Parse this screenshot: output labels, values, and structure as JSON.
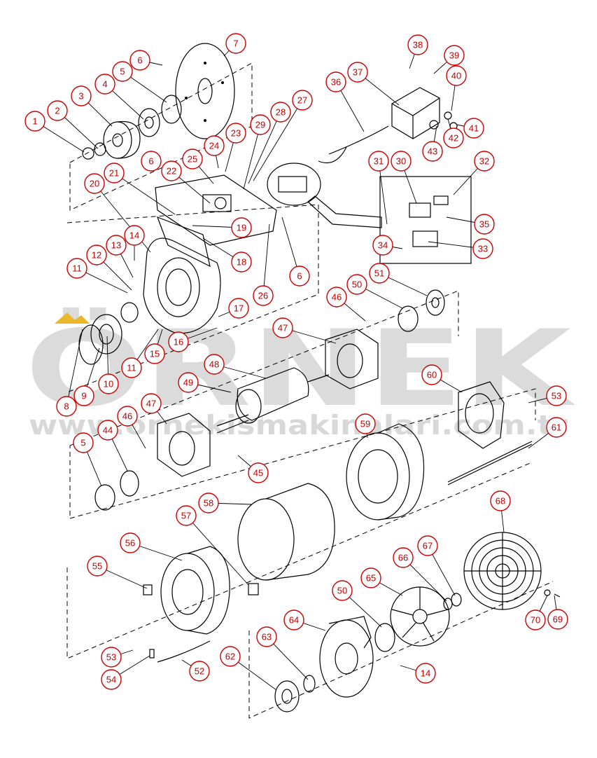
{
  "watermark": {
    "brand": "ÖRNEK",
    "url": "www.ornekismakinalari.com.tr",
    "color": "#c8c8c8",
    "accent_color": "#e8b82a"
  },
  "callout_color": "#d00000",
  "callouts": [
    {
      "n": "1"
    },
    {
      "n": "2"
    },
    {
      "n": "3"
    },
    {
      "n": "4"
    },
    {
      "n": "5"
    },
    {
      "n": "6"
    },
    {
      "n": "7"
    },
    {
      "n": "6"
    },
    {
      "n": "8"
    },
    {
      "n": "9"
    },
    {
      "n": "10"
    },
    {
      "n": "11"
    },
    {
      "n": "12"
    },
    {
      "n": "13"
    },
    {
      "n": "14"
    },
    {
      "n": "11"
    },
    {
      "n": "15"
    },
    {
      "n": "16"
    },
    {
      "n": "17"
    },
    {
      "n": "18"
    },
    {
      "n": "19"
    },
    {
      "n": "20"
    },
    {
      "n": "21"
    },
    {
      "n": "22"
    },
    {
      "n": "23"
    },
    {
      "n": "24"
    },
    {
      "n": "25"
    },
    {
      "n": "26"
    },
    {
      "n": "27"
    },
    {
      "n": "28"
    },
    {
      "n": "29"
    },
    {
      "n": "6"
    },
    {
      "n": "30"
    },
    {
      "n": "31"
    },
    {
      "n": "32"
    },
    {
      "n": "33"
    },
    {
      "n": "34"
    },
    {
      "n": "35"
    },
    {
      "n": "36"
    },
    {
      "n": "37"
    },
    {
      "n": "38"
    },
    {
      "n": "39"
    },
    {
      "n": "40"
    },
    {
      "n": "41"
    },
    {
      "n": "42"
    },
    {
      "n": "43"
    },
    {
      "n": "44"
    },
    {
      "n": "5"
    },
    {
      "n": "45"
    },
    {
      "n": "46"
    },
    {
      "n": "47"
    },
    {
      "n": "46"
    },
    {
      "n": "47"
    },
    {
      "n": "48"
    },
    {
      "n": "49"
    },
    {
      "n": "50"
    },
    {
      "n": "51"
    },
    {
      "n": "52"
    },
    {
      "n": "53"
    },
    {
      "n": "54"
    },
    {
      "n": "55"
    },
    {
      "n": "56"
    },
    {
      "n": "57"
    },
    {
      "n": "58"
    },
    {
      "n": "59"
    },
    {
      "n": "60"
    },
    {
      "n": "61"
    },
    {
      "n": "53"
    },
    {
      "n": "62"
    },
    {
      "n": "63"
    },
    {
      "n": "64"
    },
    {
      "n": "50"
    },
    {
      "n": "65"
    },
    {
      "n": "66"
    },
    {
      "n": "67"
    },
    {
      "n": "68"
    },
    {
      "n": "69"
    },
    {
      "n": "70"
    },
    {
      "n": "14"
    }
  ]
}
